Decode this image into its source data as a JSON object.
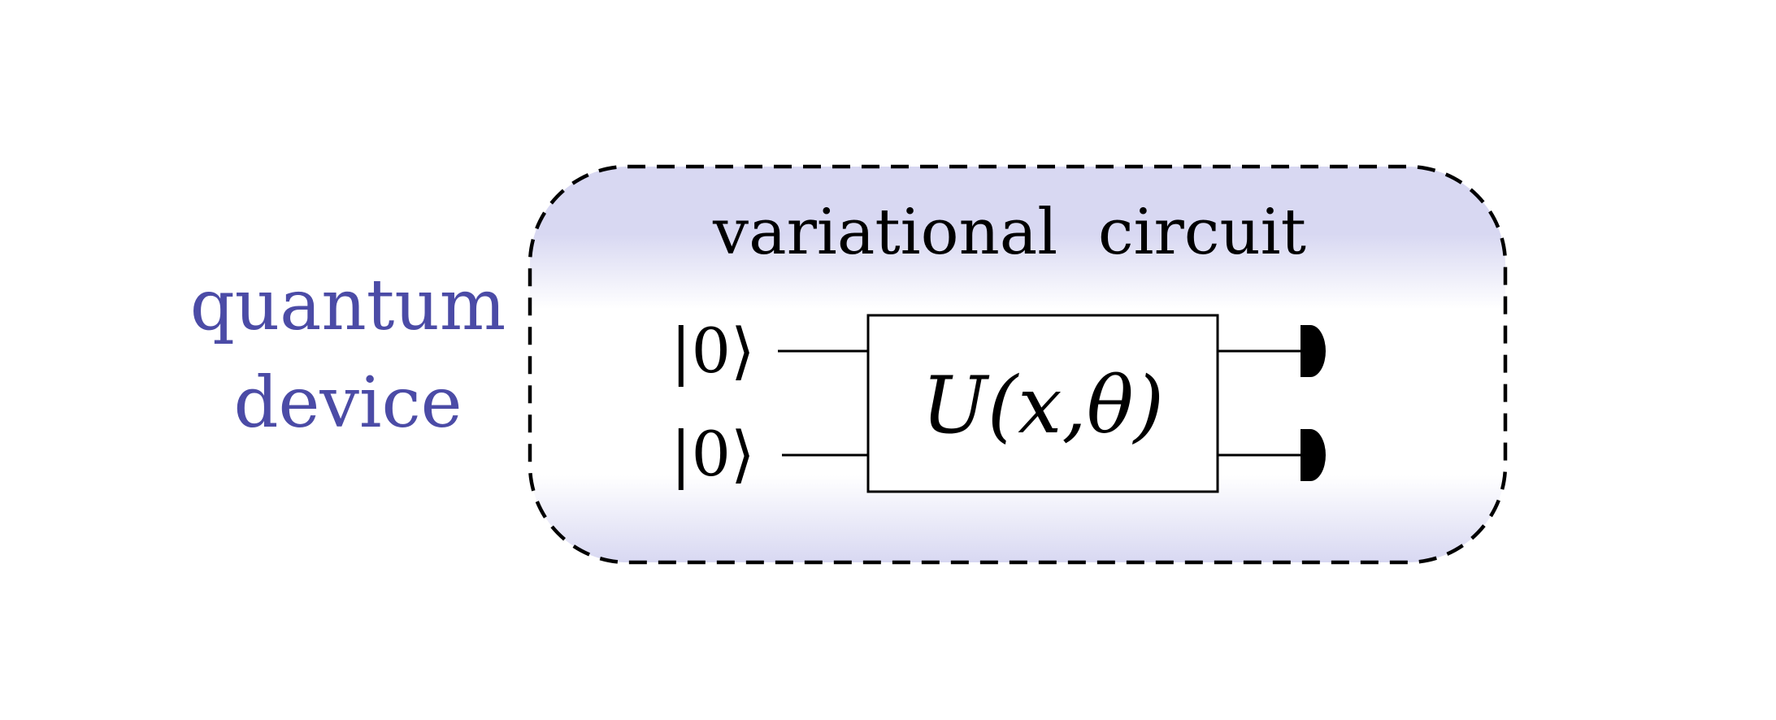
{
  "device_label": {
    "line1": "quantum",
    "line2": "device",
    "color": "#4B4BA6"
  },
  "circuit": {
    "title": "variational  circuit",
    "fill_color": "#D8D8F2",
    "border_color": "#000000",
    "inputs": [
      {
        "state": "|0⟩"
      },
      {
        "state": "|0⟩"
      }
    ],
    "gate_label": "U(x,θ)",
    "measurements": [
      {
        "icon": "measurement-icon"
      },
      {
        "icon": "measurement-icon"
      }
    ]
  }
}
